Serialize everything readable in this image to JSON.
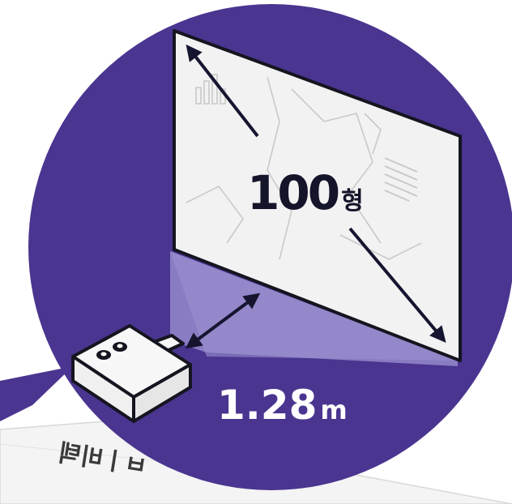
{
  "illustration": {
    "screen_size_value": "100",
    "screen_size_unit": "형",
    "throw_distance_value": "1.28",
    "throw_distance_unit": "m",
    "paper_brand_text": "ㅂㅣ비텍",
    "colors": {
      "circle": "#4a3590",
      "screen": "#f2f2f2",
      "light_beam": "#8a7cc2",
      "arrow": "#151530",
      "projector_body": "#f7f7f7",
      "outline": "#151520"
    }
  }
}
